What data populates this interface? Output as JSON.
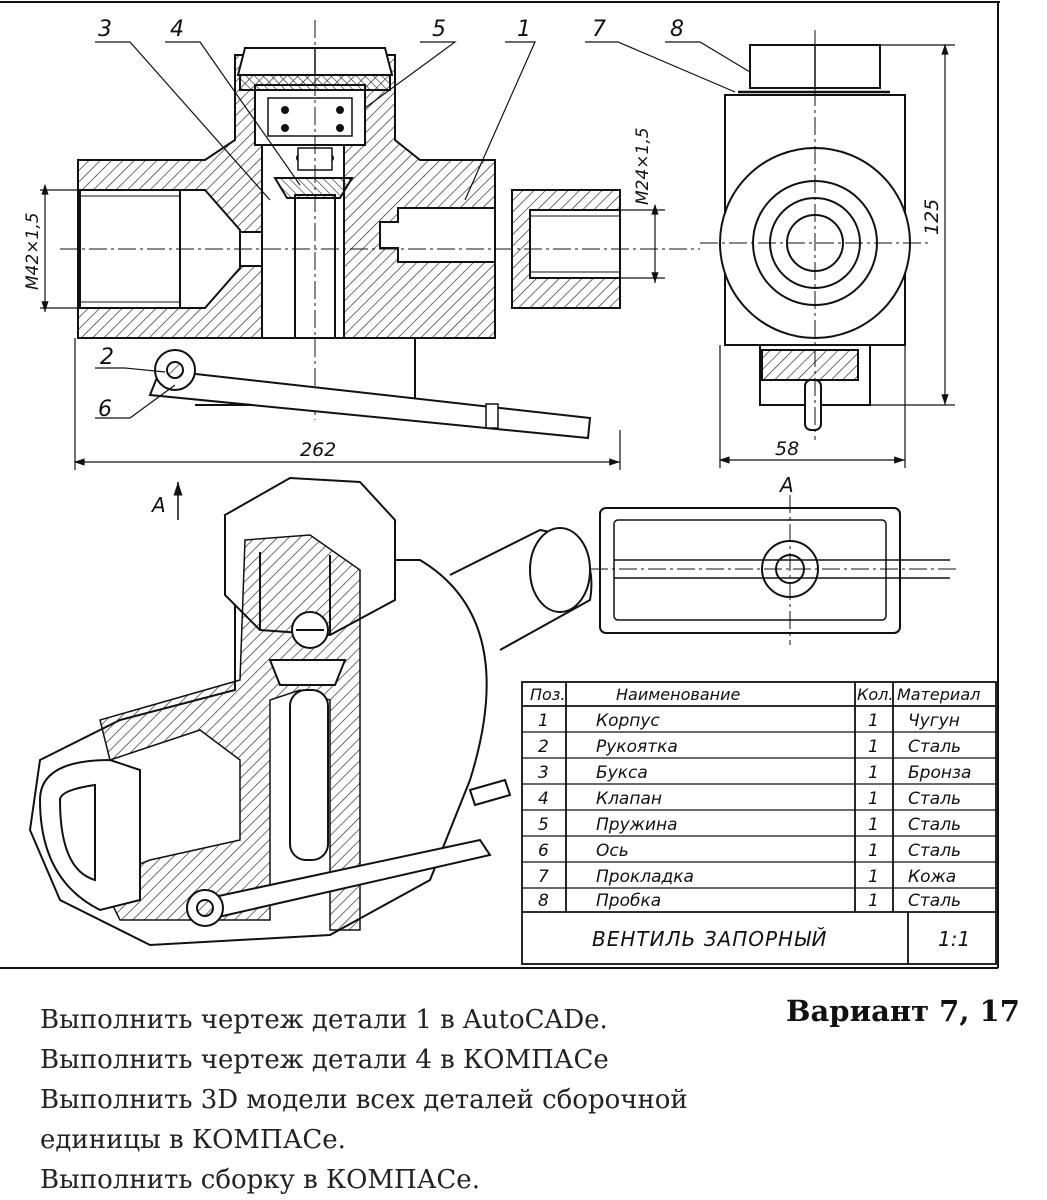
{
  "drawing": {
    "callouts": [
      "3",
      "4",
      "5",
      "1",
      "7",
      "8",
      "2",
      "6"
    ],
    "dimensions": {
      "thread_left": "M42×1,5",
      "thread_right": "M24×1,5",
      "length": "262",
      "height": "125",
      "width": "58"
    },
    "view_label": "A",
    "arrow_label": "A"
  },
  "bom": {
    "headers": [
      "Поз.",
      "Наименование",
      "Кол.",
      "Материал"
    ],
    "rows": [
      {
        "pos": "1",
        "name": "Корпус",
        "qty": "1",
        "material": "Чугун"
      },
      {
        "pos": "2",
        "name": "Рукоятка",
        "qty": "1",
        "material": "Сталь"
      },
      {
        "pos": "3",
        "name": "Букса",
        "qty": "1",
        "material": "Бронза"
      },
      {
        "pos": "4",
        "name": "Клапан",
        "qty": "1",
        "material": "Сталь"
      },
      {
        "pos": "5",
        "name": "Пружина",
        "qty": "1",
        "material": "Сталь"
      },
      {
        "pos": "6",
        "name": "Ось",
        "qty": "1",
        "material": "Сталь"
      },
      {
        "pos": "7",
        "name": "Прокладка",
        "qty": "1",
        "material": "Кожа"
      },
      {
        "pos": "8",
        "name": "Пробка",
        "qty": "1",
        "material": "Сталь"
      }
    ],
    "title": "ВЕНТИЛЬ ЗАПОРНЫЙ",
    "scale": "1:1"
  },
  "tasks": [
    "Выполнить чертеж детали 1 в AutoCADe.",
    "Выполнить чертеж детали 4 в КОМПАСе",
    "Выполнить 3D модели всех деталей сборочной",
    "единицы в КОМПАСе.",
    "Выполнить сборку в КОМПАСе."
  ],
  "variant": "Вариант  7, 17"
}
